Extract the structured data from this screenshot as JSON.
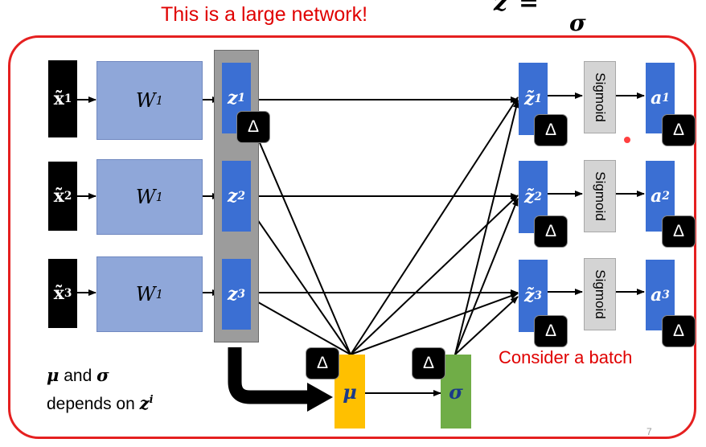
{
  "header": {
    "title": "This is a large network!",
    "formula_left": "z",
    "formula_eq": "=",
    "formula_sigma": "σ"
  },
  "inputs": [
    {
      "base": "x̃",
      "sup": "1"
    },
    {
      "base": "x̃",
      "sup": "2"
    },
    {
      "base": "x̃",
      "sup": "3"
    }
  ],
  "weights": [
    {
      "base": "W",
      "sup": "1"
    },
    {
      "base": "W",
      "sup": "1"
    },
    {
      "base": "W",
      "sup": "1"
    }
  ],
  "z": [
    {
      "base": "z",
      "sup": "1"
    },
    {
      "base": "z",
      "sup": "2"
    },
    {
      "base": "z",
      "sup": "3"
    }
  ],
  "z_norm": [
    {
      "base": "z̃",
      "sup": "1"
    },
    {
      "base": "z̃",
      "sup": "2"
    },
    {
      "base": "z̃",
      "sup": "3"
    }
  ],
  "activations": [
    {
      "base": "a",
      "sup": "1"
    },
    {
      "base": "a",
      "sup": "2"
    },
    {
      "base": "a",
      "sup": "3"
    }
  ],
  "sigmoid_label": "Sigmoid",
  "delta": "Δ",
  "stats": {
    "mu": "μ",
    "sigma": "σ"
  },
  "batch_label": "Consider a batch",
  "note": {
    "mu": "μ",
    "and": "and",
    "sigma": "σ",
    "depends": "depends on",
    "z": "z",
    "z_sup": "i"
  },
  "page_number": "7",
  "colors": {
    "frame": "#e52020",
    "z_block": "#3b6fd3",
    "weight": "#8fa7d9",
    "mu": "#ffc000",
    "sigma": "#70ad47"
  }
}
